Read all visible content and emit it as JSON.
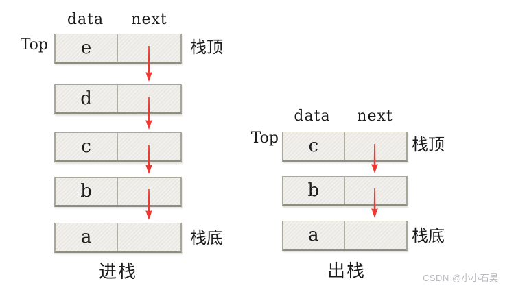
{
  "colors": {
    "arrow_red": "#ee3831",
    "box_border": "#a8a798",
    "box_border_dark": "#8e8e80",
    "box_fill_light": "#f2f1ee",
    "box_fill_dark": "#e9e8e3",
    "text": "#1c1c1c",
    "watermark_gray": "#b9b9c0"
  },
  "diagrams": {
    "push": {
      "top_label": "Top",
      "headers": {
        "data": "data",
        "next": "next"
      },
      "nodes": [
        "e",
        "d",
        "c",
        "b",
        "a"
      ],
      "stack_top_label": "栈顶",
      "stack_bottom_label": "栈底",
      "caption": "进栈"
    },
    "pop": {
      "top_label": "Top",
      "headers": {
        "data": "data",
        "next": "next"
      },
      "nodes": [
        "c",
        "b",
        "a"
      ],
      "stack_top_label": "栈顶",
      "stack_bottom_label": "栈底",
      "caption": "出栈"
    }
  },
  "watermark": "CSDN @小小石昊"
}
